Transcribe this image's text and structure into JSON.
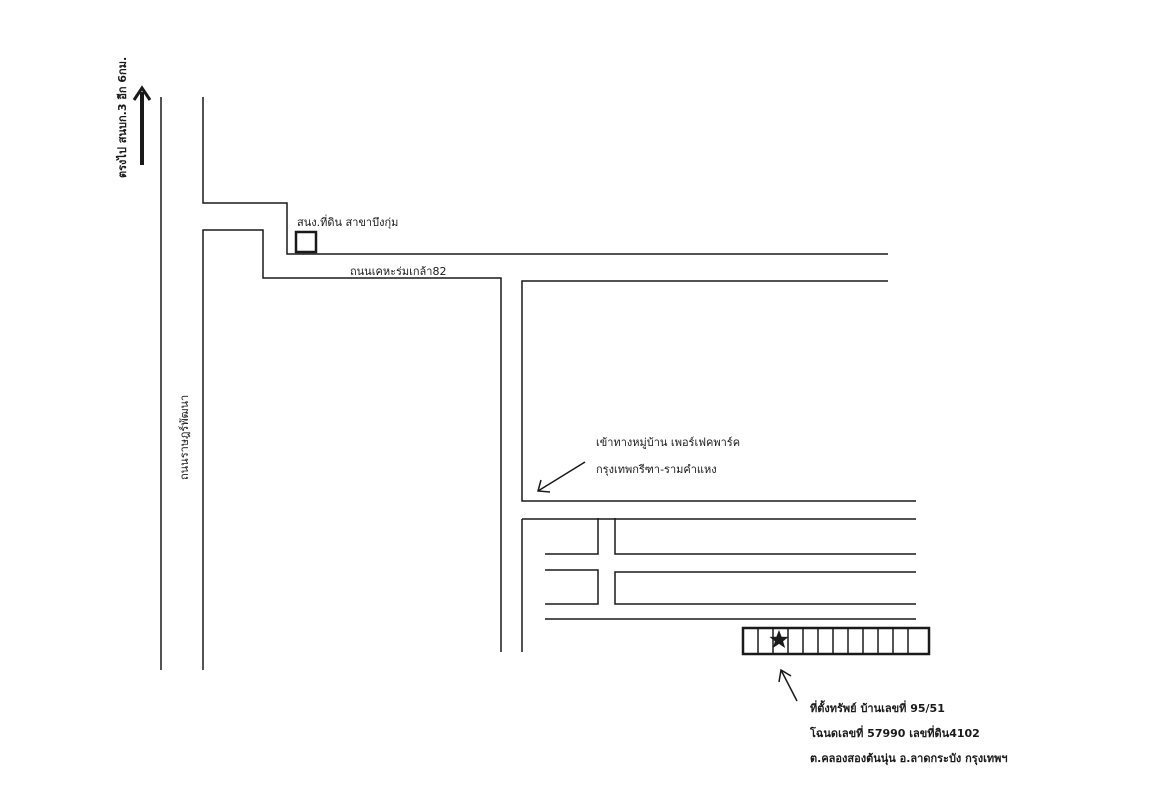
{
  "labels": {
    "direction_note": "ตรงไป สนบก.3 อีก 6กม.",
    "main_road": "ถนนราษฎร์พัฒนา",
    "office": "สนง.ที่ดิน สาขาบึงกุ่ม",
    "cross_road": "ถนนเคหะร่มเกล้า82",
    "village_line1": "เข้าทางหมู่บ้าน เพอร์เฟคพาร์ค",
    "village_line2": "กรุงเทพกรีฑา-รามคำแหง",
    "property_line1": "ที่ตั้งทรัพย์ บ้านเลขที่ 95/51",
    "property_line2": "โฉนดเลขที่ 57990 เลขที่ดิน4102",
    "property_line3": "ต.คลองสองต้นนุ่น อ.ลาดกระบัง กรุงเทพฯ"
  },
  "colors": {
    "line": "#1a1a1a",
    "background": "#ffffff"
  },
  "icons": {
    "property_marker": "star-icon",
    "north_arrow": "arrow-up-icon"
  }
}
